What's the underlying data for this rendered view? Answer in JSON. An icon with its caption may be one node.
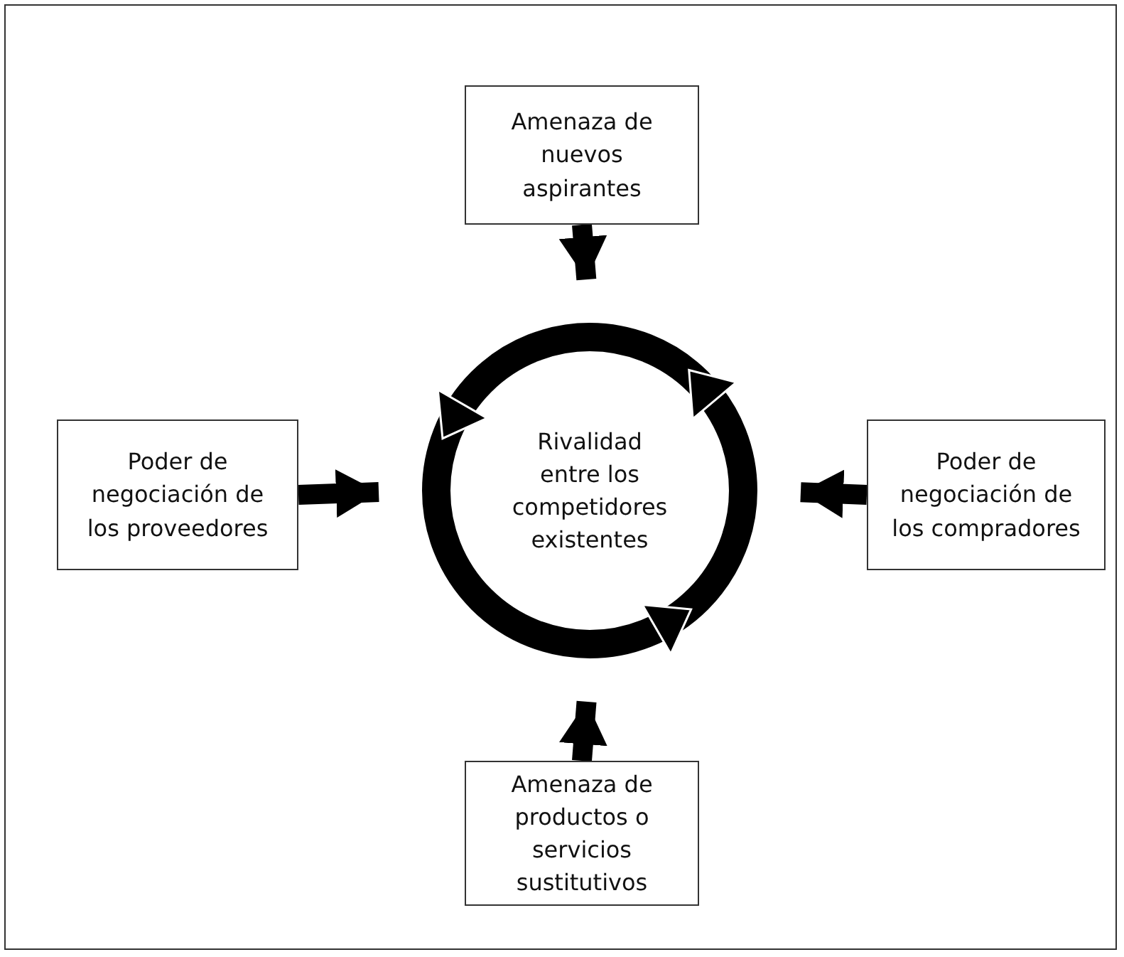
{
  "diagram": {
    "nodes": [
      {
        "text": [
          "Amenaza de nuevos aspirantes"
        ]
      },
      {
        "text": [
          "Poder de negociación de los proveedores"
        ]
      },
      {
        "text": [
          "Rivalidad entre los competidores existentes"
        ]
      },
      {
        "text": [
          "Poder de negociación de los compradores"
        ]
      },
      {
        "text": [
          "Amenaza de productos o servicios sustitutivos"
        ]
      }
    ],
    "edges": [
      {
        "from": 0,
        "to": 2,
        "arrow": "to"
      },
      {
        "from": 1,
        "to": 2,
        "arrow": "to"
      },
      {
        "from": 3,
        "to": 2,
        "arrow": "to"
      },
      {
        "from": 4,
        "to": 2,
        "arrow": "to"
      }
    ]
  }
}
